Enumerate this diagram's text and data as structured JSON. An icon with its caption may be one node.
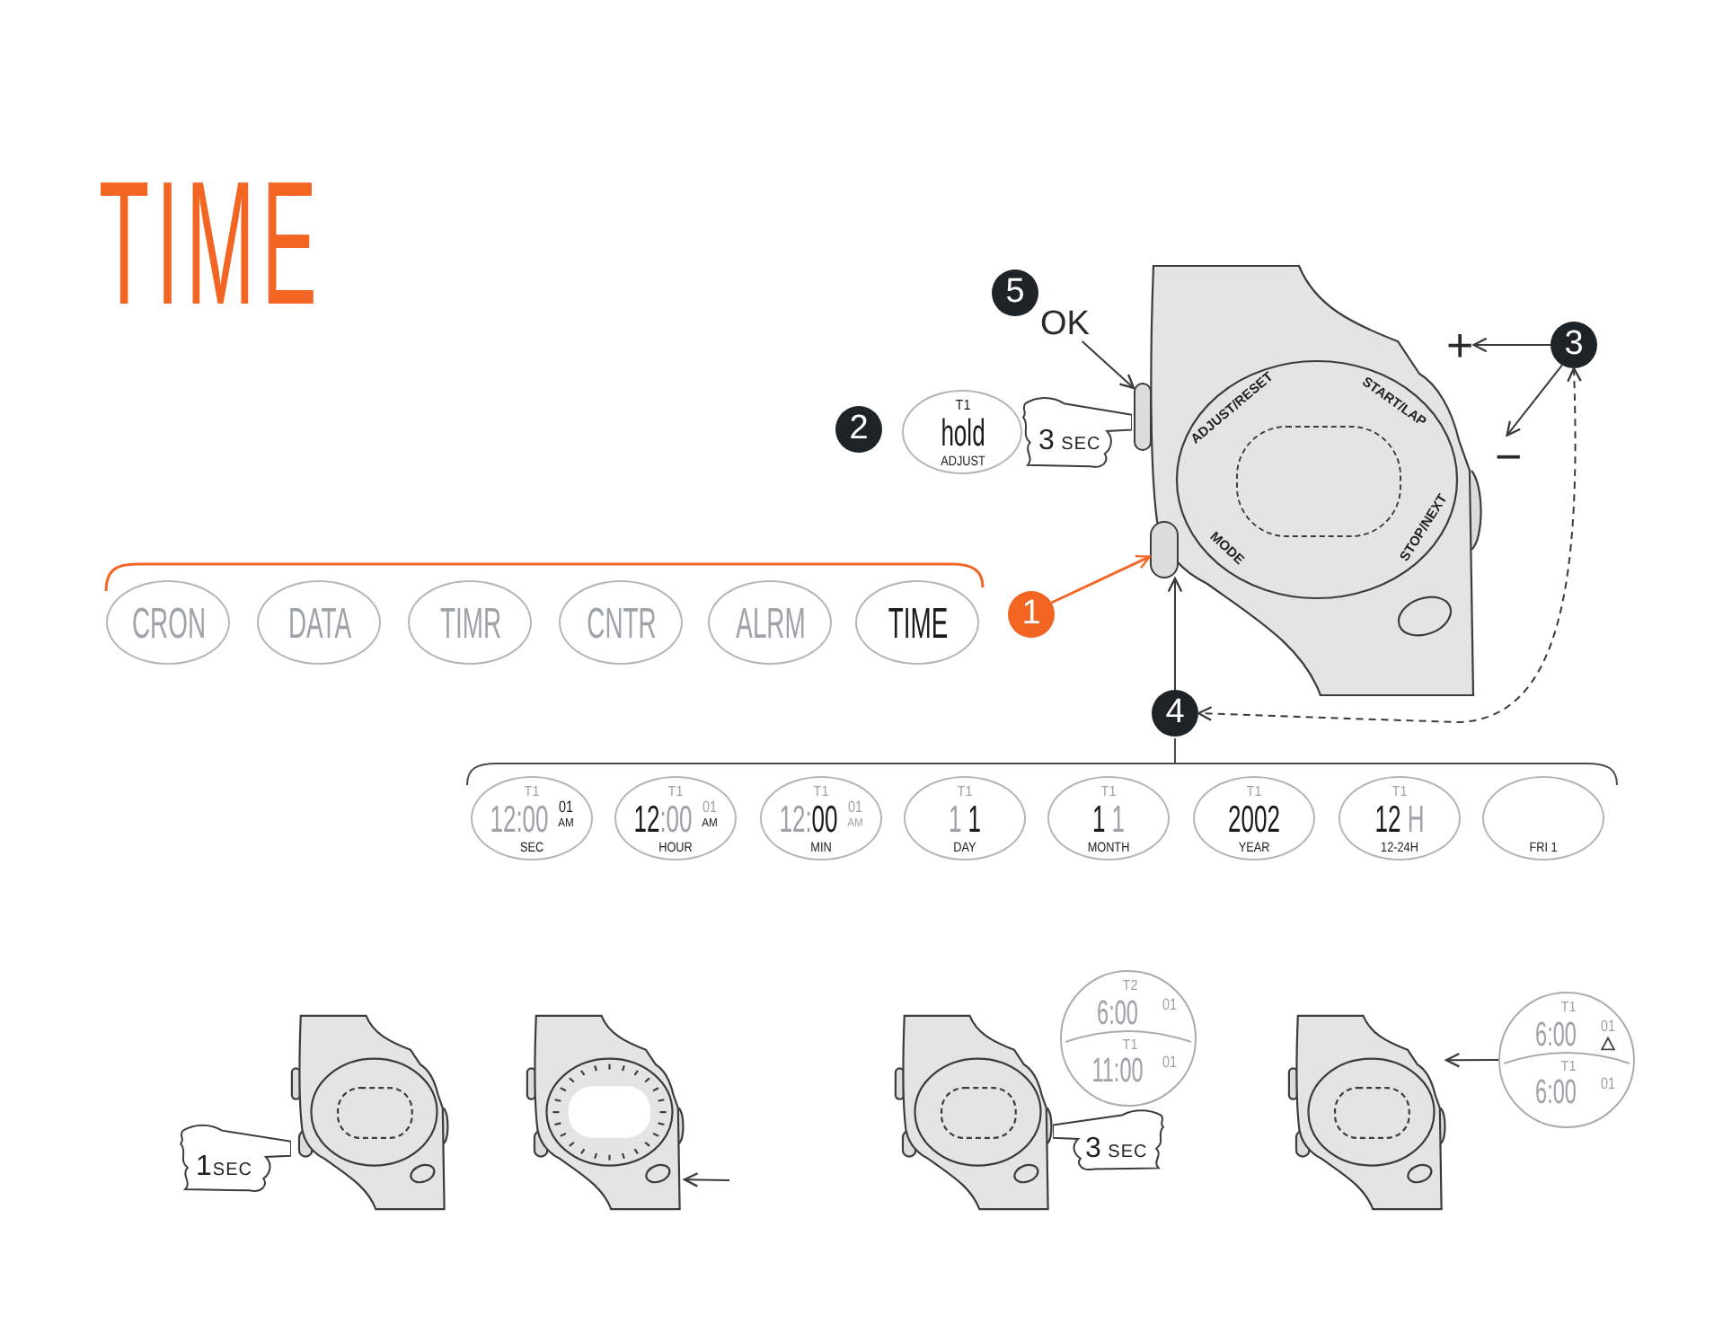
{
  "diagram": {
    "title": "TIME",
    "nodes": [
      {
        "text": [],
        "shape": "picture"
      },
      {
        "text": [],
        "shape": "button"
      },
      {
        "text": [],
        "shape": "button"
      },
      {
        "text": [
          "5"
        ]
      },
      {
        "text": [
          "OK"
        ]
      },
      {
        "text": [
          "3"
        ]
      },
      {
        "text": [
          "+"
        ]
      },
      {
        "text": [
          "2"
        ]
      },
      {
        "text": [
          "T1",
          "hold",
          "ADJUST"
        ]
      },
      {
        "text": [
          "3 SEC"
        ]
      },
      {
        "text": [
          "−"
        ]
      },
      {
        "text": [
          "CRON"
        ]
      },
      {
        "text": [
          "DATA"
        ]
      },
      {
        "text": [
          "TIMR"
        ]
      },
      {
        "text": [
          "CNTR"
        ]
      },
      {
        "text": [
          "ALRM"
        ]
      },
      {
        "text": [
          "TIME"
        ]
      },
      {
        "text": [
          "1"
        ]
      },
      {
        "text": [
          "4"
        ]
      },
      {
        "text": [
          "T1",
          "12:00",
          "01",
          "AM",
          "SEC"
        ]
      },
      {
        "text": [
          "T1",
          "**12**:00",
          "01",
          "AM",
          "HOUR"
        ]
      },
      {
        "text": [
          "T1",
          "12:**00**",
          "01",
          "AM",
          "MIN"
        ]
      },
      {
        "text": [
          "T1",
          "1 **1**",
          "DAY"
        ]
      },
      {
        "text": [
          "T1",
          "**1** 1",
          "MONTH"
        ]
      },
      {
        "text": [
          "T1",
          "2002",
          "YEAR"
        ]
      },
      {
        "text": [
          "T1",
          "**12** H",
          "12-24H"
        ]
      },
      {
        "text": [
          "FRI 1"
        ]
      },
      {
        "text": [
          "1SEC"
        ]
      },
      {
        "text": [],
        "shape": "picture"
      },
      {
        "text": [],
        "shape": "picture"
      },
      {
        "text": [],
        "shape": "picture"
      },
      {
        "text": [
          "T2",
          "6:00",
          "01",
          "T1",
          "11:00",
          "01"
        ]
      },
      {
        "text": [
          "3 SEC"
        ]
      },
      {
        "text": [],
        "shape": "picture"
      },
      {
        "text": [
          "T1",
          "6:00",
          "01",
          "T1",
          "6:00",
          "01"
        ]
      },
      {
        "text": [],
        "shape": "box",
        "in": 0
      }
    ],
    "edges": [
      {
        "from": 4,
        "to": 1,
        "arrow": "to"
      },
      {
        "from": 5,
        "to": 6,
        "arrow": "to"
      },
      {
        "from": 5,
        "to": 10,
        "arrow": "to"
      },
      {
        "from": 5,
        "to": 18,
        "arrow": "both",
        "style": "dashed"
      },
      {
        "from": 18,
        "to": 2,
        "arrow": "to"
      },
      {
        "from": 17,
        "to": 2,
        "arrow": "to",
        "color": "#f26522"
      },
      {
        "from": null,
        "to": 29,
        "arrow": "to"
      },
      {
        "from": 34,
        "to": 33,
        "arrow": "to"
      }
    ],
    "labels": [
      "ADJUST/RESET",
      "START/LAP",
      "STOP/NEXT",
      "MODE"
    ]
  }
}
